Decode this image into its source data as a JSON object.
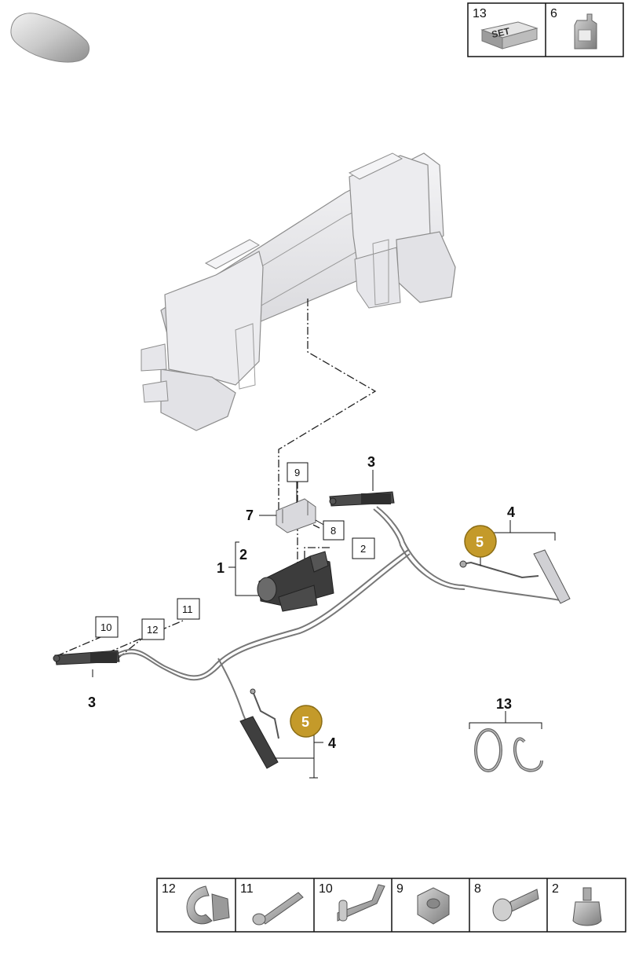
{
  "top_legend": [
    {
      "number": "13",
      "badge_text": "SET"
    },
    {
      "number": "6"
    }
  ],
  "callouts": {
    "c1": "1",
    "c2": "2",
    "c3_top": "3",
    "c3_bottom": "3",
    "c4_right": "4",
    "c4_bottom": "4",
    "c7": "7",
    "c13": "13"
  },
  "boxed_labels": {
    "b9": "9",
    "b8": "8",
    "b2": "2",
    "b10": "10",
    "b11": "11",
    "b12": "12"
  },
  "badges": {
    "top": "5",
    "bottom": "5"
  },
  "bottom_legend": [
    "12",
    "11",
    "10",
    "9",
    "8",
    "2"
  ],
  "colors": {
    "badge": "#c49a2a",
    "badge_stroke": "#8a6c14",
    "part_fill": "#e9e9ec"
  }
}
